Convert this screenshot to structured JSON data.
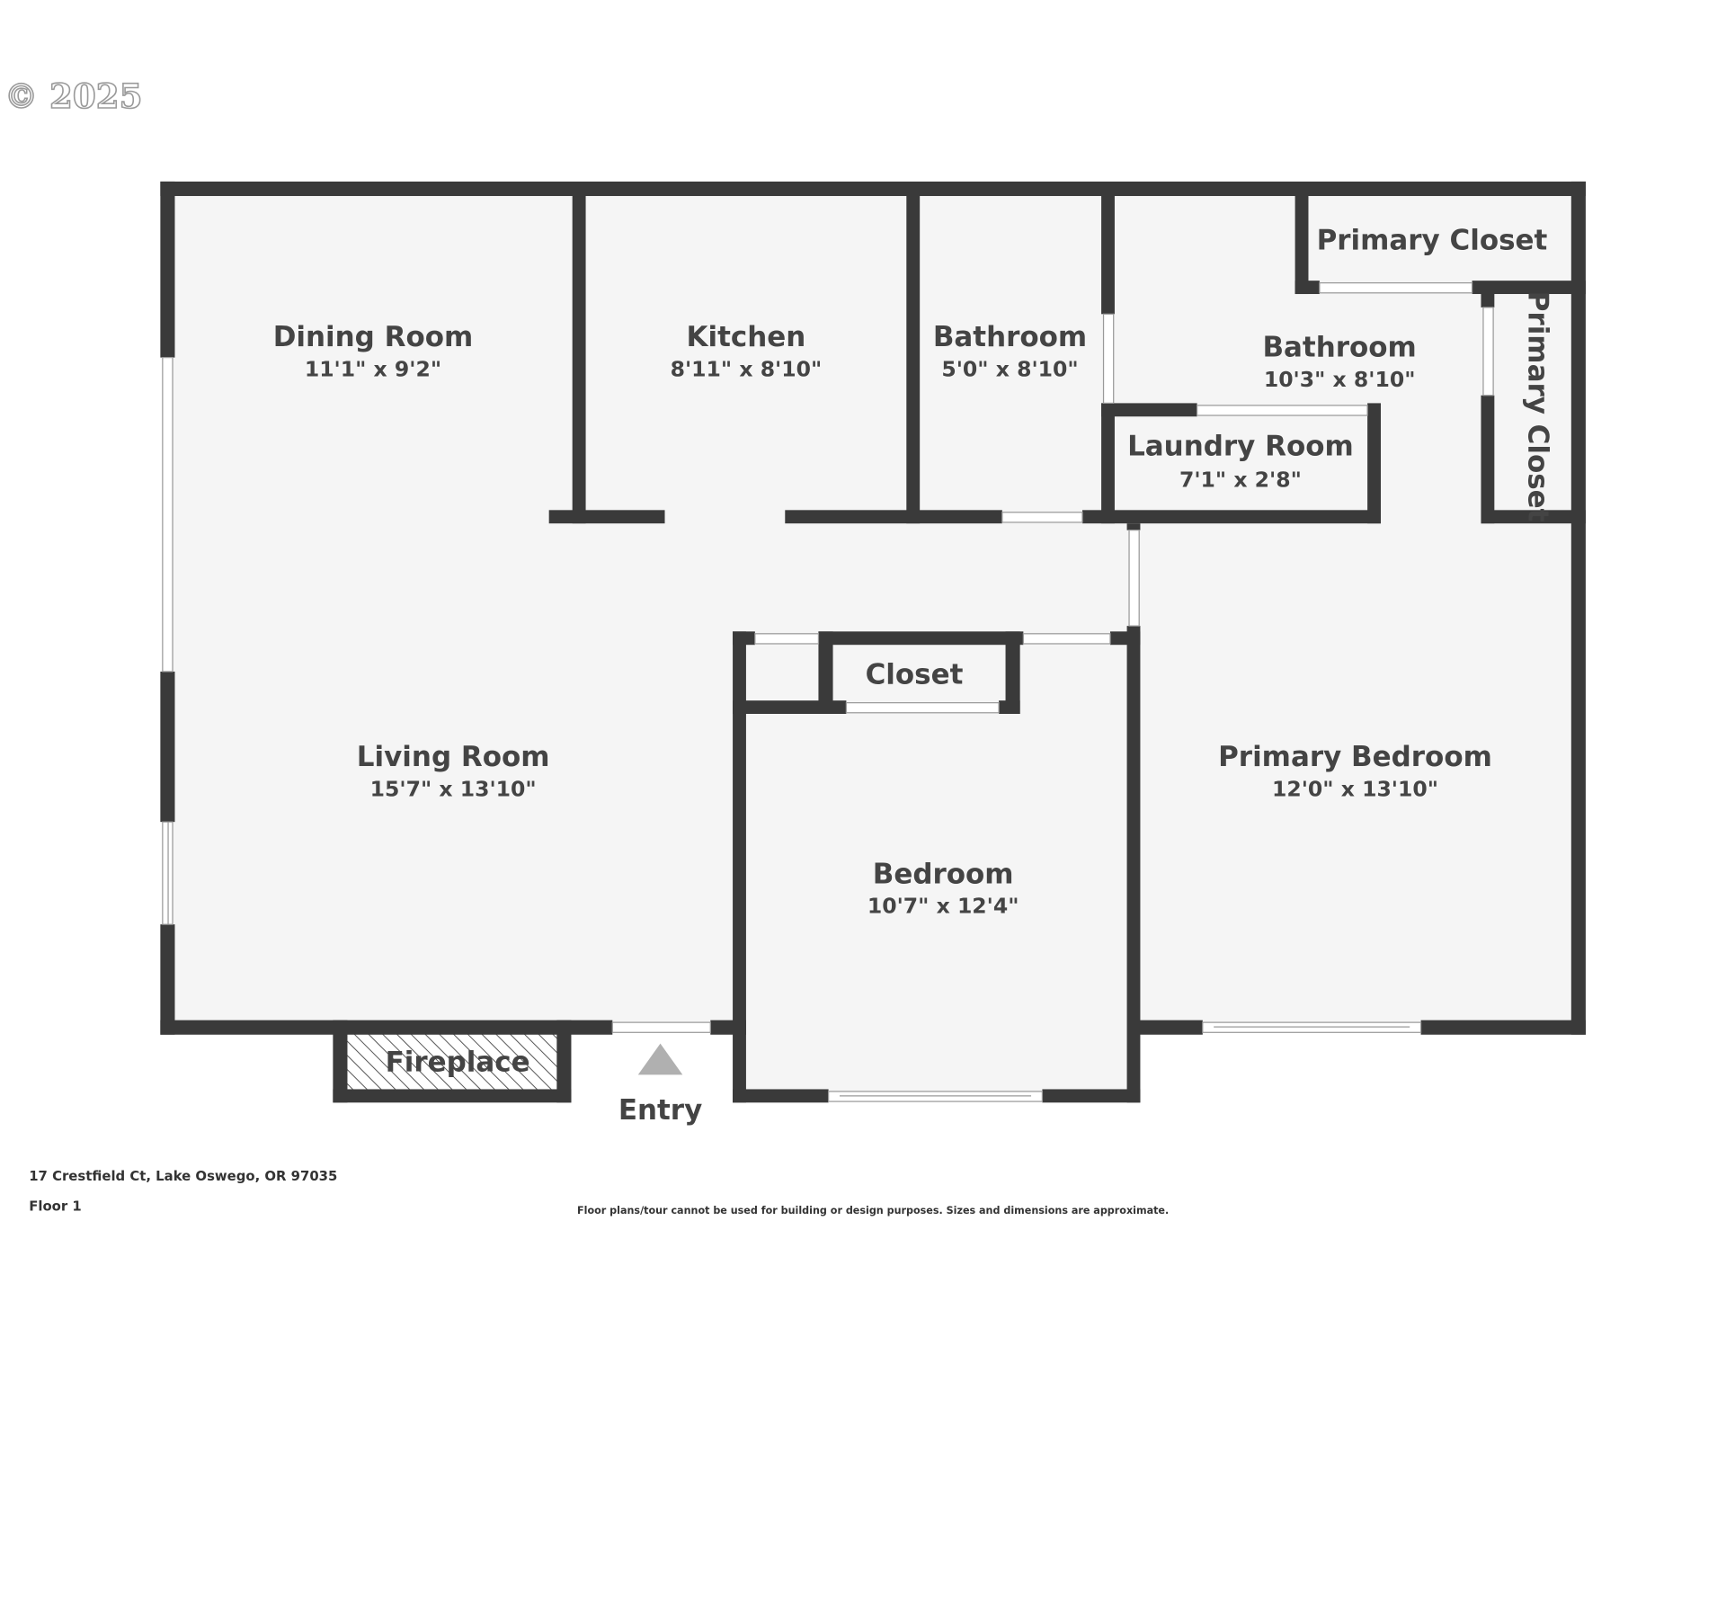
{
  "watermark": "© 2025",
  "colors": {
    "wall": "#3a3a3a",
    "floor": "#f5f5f5",
    "text": "#444444",
    "entry_arrow": "#b0b0b0"
  },
  "rooms": [
    {
      "name": "Dining Room",
      "dims": "11'1\" x 9'2\""
    },
    {
      "name": "Kitchen",
      "dims": "8'11\" x 8'10\""
    },
    {
      "name": "Bathroom",
      "dims": "5'0\" x 8'10\""
    },
    {
      "name": "Bathroom",
      "dims": "10'3\" x 8'10\""
    },
    {
      "name": "Laundry Room",
      "dims": "7'1\" x 2'8\""
    },
    {
      "name": "Primary Closet",
      "dims": ""
    },
    {
      "name": "Primary Closet",
      "dims": ""
    },
    {
      "name": "Closet",
      "dims": ""
    },
    {
      "name": "Living Room",
      "dims": "15'7\" x 13'10\""
    },
    {
      "name": "Primary Bedroom",
      "dims": "12'0\" x 13'10\""
    },
    {
      "name": "Bedroom",
      "dims": "10'7\" x 12'4\""
    },
    {
      "name": "Fireplace",
      "dims": ""
    }
  ],
  "entry": {
    "label": "Entry"
  },
  "footer": {
    "address": "17 Crestfield Ct, Lake Oswego, OR 97035",
    "floor": "Floor 1",
    "disclaimer": "Floor plans/tour cannot be used for building or design purposes. Sizes and dimensions are approximate."
  }
}
